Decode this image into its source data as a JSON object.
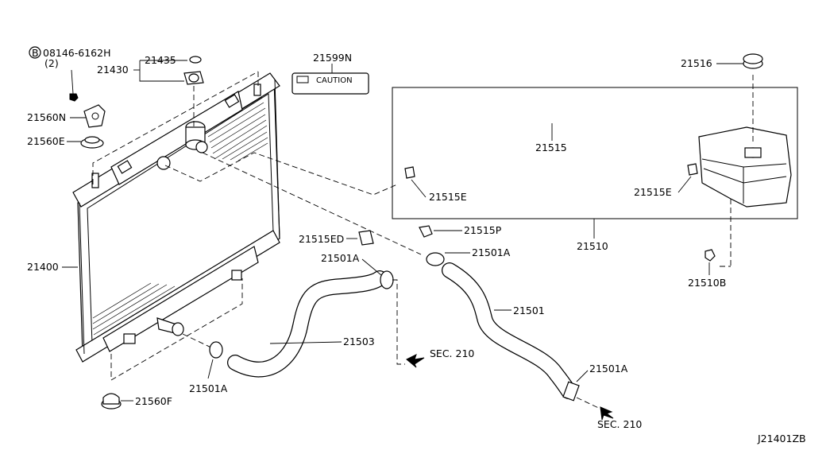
{
  "diagram_code": "J21401ZB",
  "bolt_symbol": "B",
  "bolt_label": "08146-6162H",
  "bolt_qty": "(2)",
  "caution_text": "CAUTION",
  "labels": {
    "p21599N": "21599N",
    "p21435": "21435",
    "p21430": "21430",
    "p21516": "21516",
    "p21560N": "21560N",
    "p21560E": "21560E",
    "p21515": "21515",
    "p21515E_left": "21515E",
    "p21515E_right": "21515E",
    "p21515ED": "21515ED",
    "p21515P": "21515P",
    "p21510": "21510",
    "p21501A_upper_left": "21501A",
    "p21501A_upper_right": "21501A",
    "p21501A_lower_left": "21501A",
    "p21501A_lower_right": "21501A",
    "p21400": "21400",
    "p21501": "21501",
    "p21503": "21503",
    "p21510B": "21510B",
    "p21560F": "21560F"
  },
  "sec_ref_1": "SEC. 210",
  "sec_ref_2": "SEC. 210"
}
